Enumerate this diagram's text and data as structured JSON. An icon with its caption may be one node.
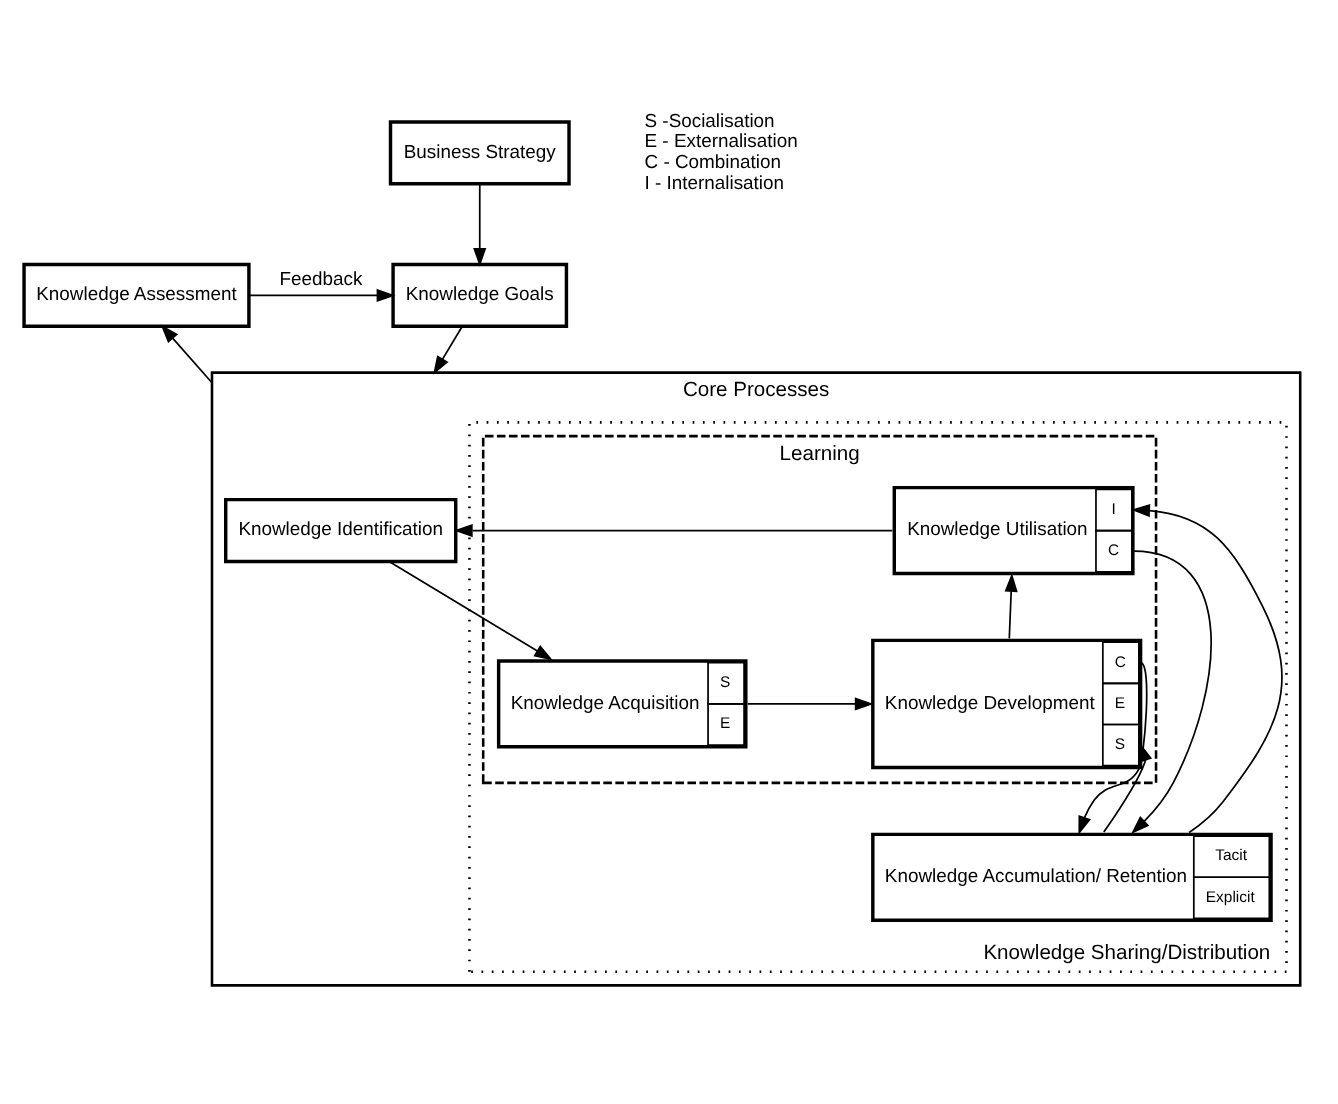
{
  "diagram": {
    "nodes": [
      {
        "text": [
          "Business Strategy"
        ]
      },
      {
        "text": [
          "Knowledge Goals"
        ]
      },
      {
        "text": [
          "Knowledge Assessment"
        ]
      },
      {
        "text": [
          "Core Processes"
        ]
      },
      {
        "text": [
          "Knowledge Identification"
        ],
        "in": 3
      },
      {
        "text": [
          "Knowledge Sharing/Distribution"
        ],
        "in": 3
      },
      {
        "text": [
          "Learning"
        ],
        "in": 5
      },
      {
        "text": [
          "Knowledge Utilisation",
          "I",
          "C"
        ],
        "in": 6
      },
      {
        "text": [
          "Knowledge Acquisition",
          "S",
          "E"
        ],
        "in": 6
      },
      {
        "text": [
          "Knowledge Development",
          "C",
          "E",
          "S"
        ],
        "in": 6
      },
      {
        "text": [
          "Knowledge Accumulation/ Retention",
          "Tacit",
          "Explicit"
        ],
        "in": 5
      }
    ],
    "edges": [
      {
        "from": 0,
        "to": 1,
        "arrow": "to"
      },
      {
        "from": 2,
        "to": 1,
        "arrow": "to",
        "label": "Feedback"
      },
      {
        "from": 1,
        "to": 3,
        "arrow": "to"
      },
      {
        "from": 3,
        "to": 2,
        "arrow": "to"
      },
      {
        "from": 7,
        "to": 4,
        "arrow": "to"
      },
      {
        "from": 4,
        "to": 8,
        "arrow": "to"
      },
      {
        "from": 8,
        "to": 9,
        "arrow": "to"
      },
      {
        "from": 9,
        "to": 7,
        "arrow": "to"
      },
      {
        "from": 10,
        "to": 7,
        "arrow": "to"
      },
      {
        "from": 7,
        "to": 10,
        "arrow": "to"
      },
      {
        "from": 9,
        "to": 10,
        "arrow": "to"
      },
      {
        "from": 10,
        "to": 9,
        "arrow": "to"
      }
    ],
    "labels": [
      "S -Socialisation",
      "E - Externalisation",
      "C - Combination",
      "I - Internalisation"
    ]
  }
}
